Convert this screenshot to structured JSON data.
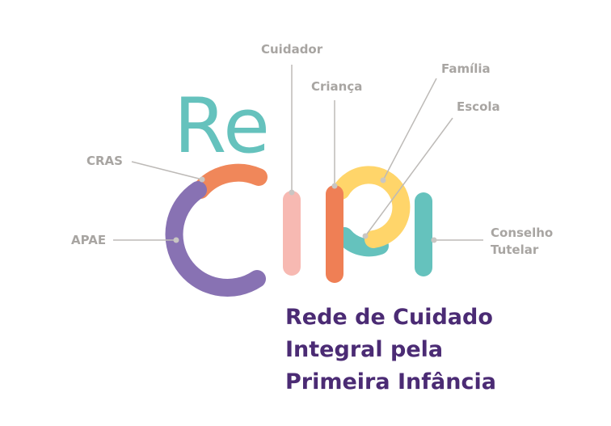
{
  "logo": {
    "re_text": "Re",
    "colors": {
      "teal": "#65c2bd",
      "purple": "#8872b3",
      "orange": "#f0875a",
      "pink": "#f7b9b2",
      "coral": "#ef7f55",
      "yellow": "#ffd56a",
      "tagline": "#4b2b74",
      "label": "#a8a5a2"
    }
  },
  "labels": {
    "cuidador": "Cuidador",
    "crianca": "Criança",
    "familia": "Família",
    "escola": "Escola",
    "cras": "CRAS",
    "apae": "APAE",
    "conselho_line1": "Conselho",
    "conselho_line2": "Tutelar"
  },
  "tagline": {
    "line1": "Rede de Cuidado",
    "line2": "Integral pela",
    "line3": "Primeira Infância"
  }
}
